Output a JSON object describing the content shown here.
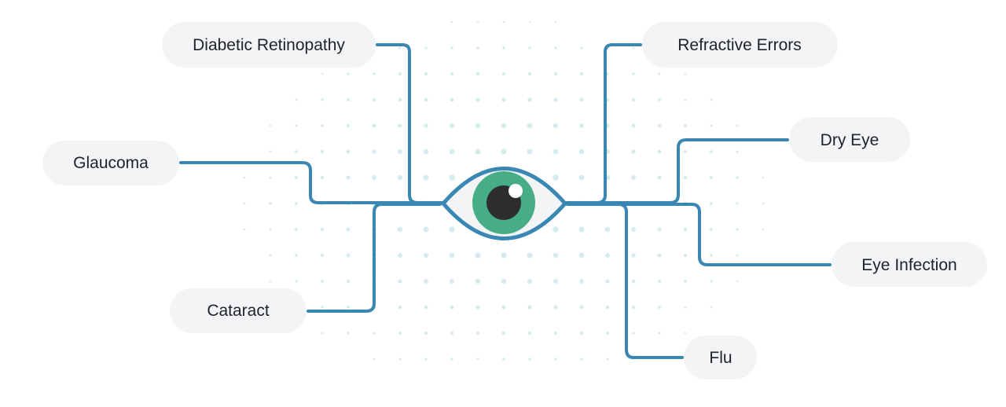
{
  "colors": {
    "connector": "#3a87b4",
    "pill_background": "#f2f4f6",
    "label_text": "#1f2328",
    "dot_pattern": "#d6ebee",
    "eye_outline": "#3a87b4",
    "eye_white": "#f2f4f6",
    "iris": "#47ad87",
    "pupil": "#2b2d2f",
    "highlight": "#ffffff"
  },
  "center": {
    "icon": "eye-icon"
  },
  "labels": {
    "diabetic_retinopathy": "Diabetic Retinopathy",
    "glaucoma": "Glaucoma",
    "cataract": "Cataract",
    "refractive_errors": "Refractive Errors",
    "dry_eye": "Dry Eye",
    "eye_infection": "Eye Infection",
    "flu": "Flu"
  }
}
